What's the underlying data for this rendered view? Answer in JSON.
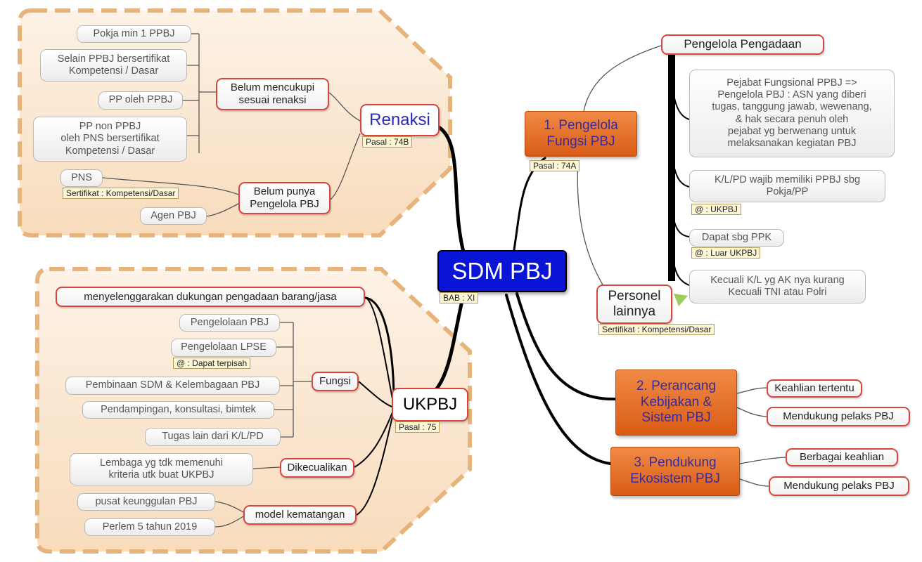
{
  "root": {
    "label": "SDM PBJ",
    "tag": "BAB : XI"
  },
  "renaksi": {
    "label": "Renaksi",
    "tag": "Pasal : 74B",
    "belum_mencukupi": {
      "label": "Belum mencukupi\nsesuai renaksi",
      "items": [
        "Pokja min 1 PPBJ",
        "Selain PPBJ bersertifikat\nKompetensi / Dasar",
        "PP oleh PPBJ",
        "PP non PPBJ\noleh PNS bersertifikat\nKompetensi / Dasar"
      ]
    },
    "belum_punya": {
      "label": "Belum punya\nPengelola PBJ",
      "items": [
        "PNS",
        "Agen PBJ"
      ],
      "pns_tag": "Sertifikat : Kompetensi/Dasar"
    }
  },
  "ukpbj": {
    "label": "UKPBJ",
    "tag": "Pasal : 75",
    "menyelenggarakan": "menyelenggarakan dukungan pengadaan barang/jasa",
    "fungsi": {
      "label": "Fungsi",
      "items": [
        "Pengelolaan PBJ",
        "Pengelolaan LPSE",
        "Pembinaan SDM & Kelembagaan PBJ",
        "Pendampingan, konsultasi, bimtek",
        "Tugas lain dari K/L/PD"
      ],
      "lpse_tag": "@ : Dapat terpisah"
    },
    "dikecualikan": {
      "label": "Dikecualikan",
      "item": "Lembaga yg tdk memenuhi\nkriteria utk buat UKPBJ"
    },
    "model": {
      "label": "model kematangan",
      "items": [
        "pusat keunggulan PBJ",
        "Perlem 5 tahun 2019"
      ]
    }
  },
  "pengelola": {
    "label": "1. Pengelola\nFungsi PBJ",
    "tag": "Pasal : 74A",
    "pengelola_pengadaan": {
      "label": "Pengelola Pengadaan",
      "items": [
        "Pejabat Fungsional PPBJ =>\nPengelola PBJ : ASN yang diberi\ntugas, tanggung jawab, wewenang,\n& hak secara penuh oleh\npejabat yg berwenang untuk\nmelaksanakan kegiatan PBJ",
        "K/L/PD wajib memiliki PPBJ sbg\nPokja/PP",
        "Dapat sbg PPK",
        "Kecuali K/L yg AK nya kurang\nKecuali TNI atau Polri"
      ],
      "tags": [
        "@ : UKPBJ",
        "@ : Luar UKPBJ"
      ]
    },
    "personel": {
      "label": "Personel\nlainnya",
      "tag": "Sertifikat : Kompetensi/Dasar"
    }
  },
  "perancang": {
    "label": "2. Perancang\nKebijakan &\nSistem PBJ",
    "items": [
      "Keahlian tertentu",
      "Mendukung pelaks PBJ"
    ]
  },
  "pendukung": {
    "label": "3. Pendukung\nEkosistem PBJ",
    "items": [
      "Berbagai keahlian",
      "Mendukung pelaks PBJ"
    ]
  },
  "colors": {
    "root": "#0a14d6",
    "orange": "#e46f2a",
    "red_border": "#d8453f",
    "renaksi_text": "#2b2bb5",
    "region_fill": "#fbe6cf",
    "region_border": "#e6b47a"
  }
}
